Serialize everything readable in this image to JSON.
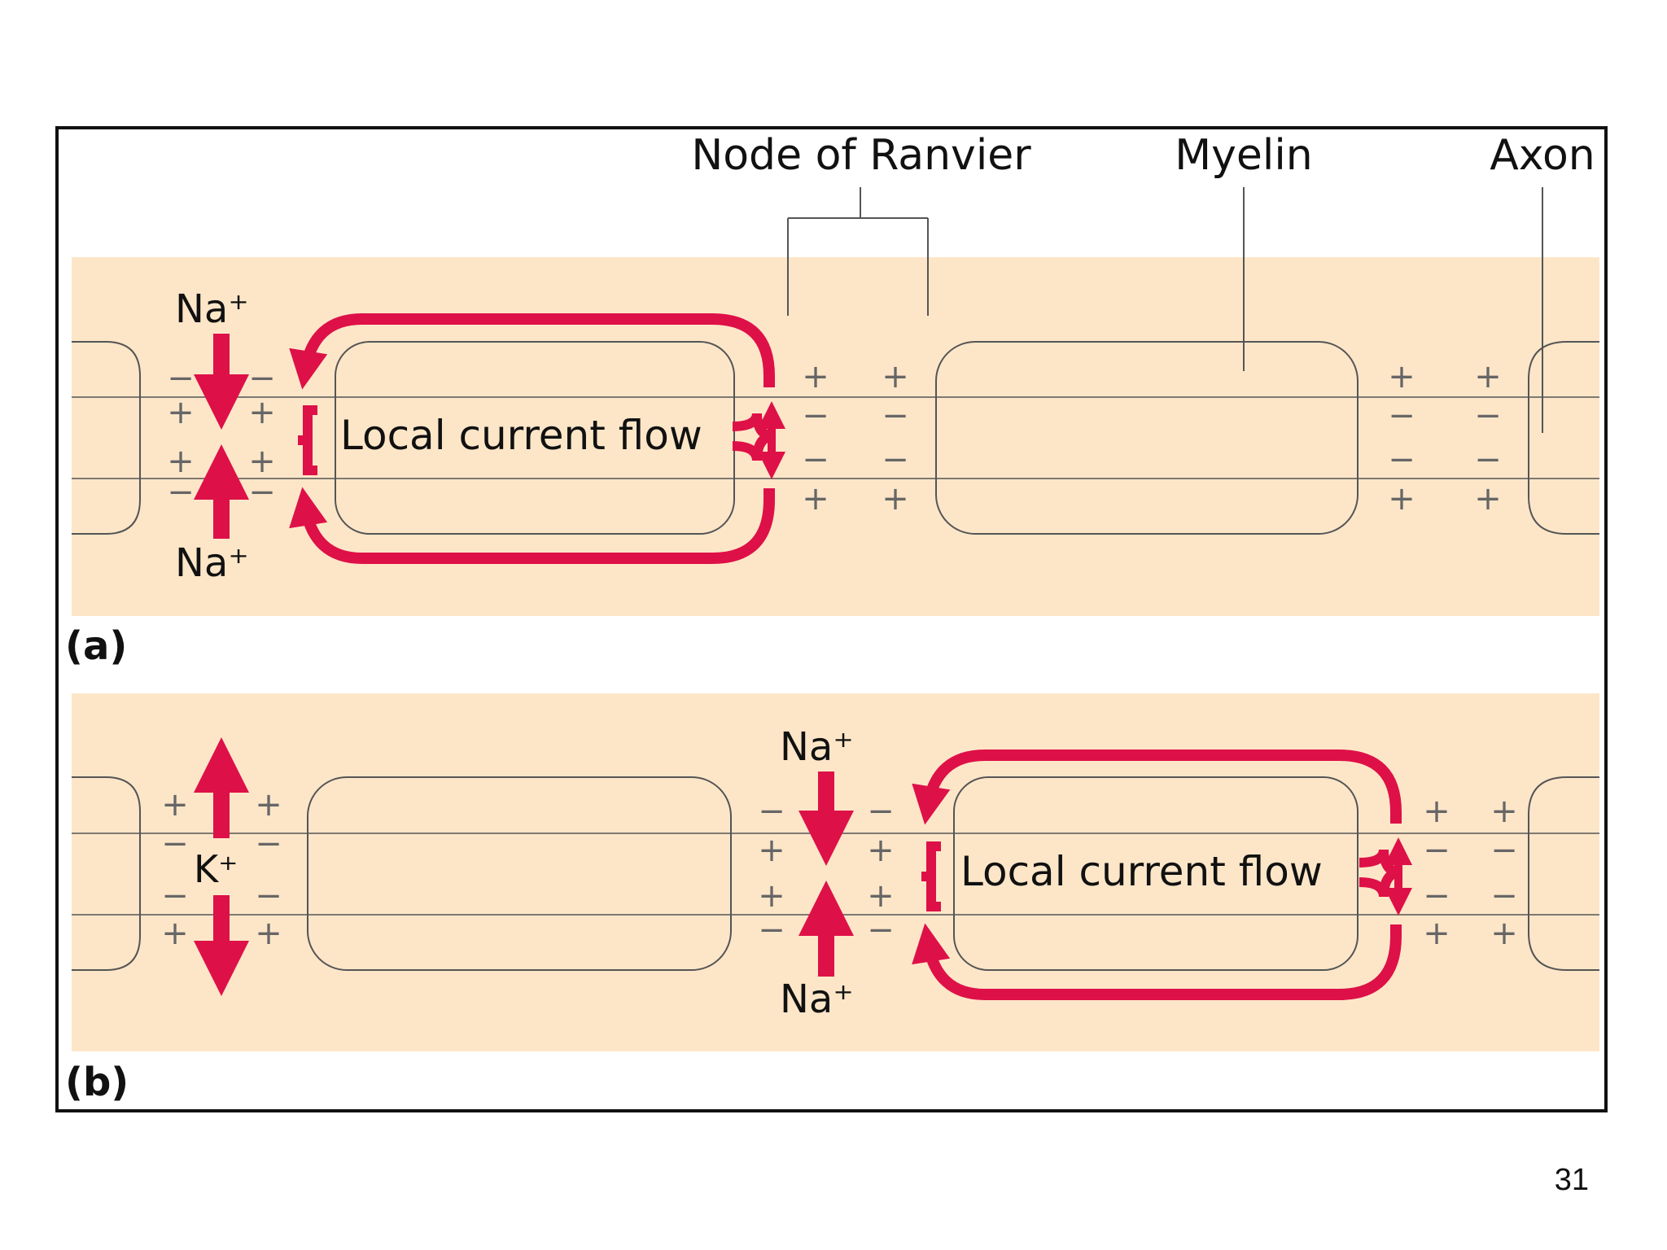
{
  "labels": {
    "node_of_ranvier": "Node of Ranvier",
    "myelin": "Myelin",
    "axon": "Axon"
  },
  "panel_a": {
    "label": "(a)",
    "ion_top": "Na⁺",
    "ion_bottom": "Na⁺",
    "current_label": "Local current flow"
  },
  "panel_b": {
    "label": "(b)",
    "ion_left": "K⁺",
    "ion_top": "Na⁺",
    "ion_bottom": "Na⁺",
    "current_label": "Local current flow"
  },
  "signs": {
    "plus": "+",
    "minus": "−"
  },
  "colors": {
    "arrow": "#de1048",
    "panel_bg": "#fde6c8",
    "frame": "#111111",
    "outline": "#555555"
  },
  "page_number": "31"
}
